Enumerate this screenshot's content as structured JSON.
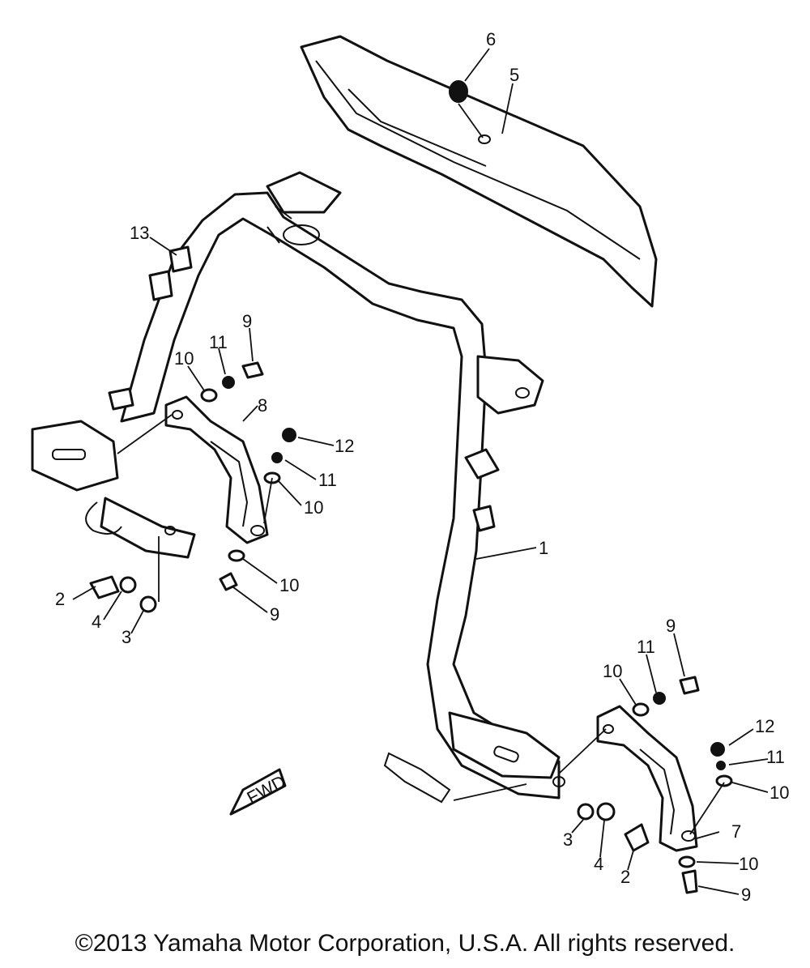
{
  "diagram": {
    "callouts": [
      "6",
      "5",
      "13",
      "9",
      "11",
      "10",
      "8",
      "12",
      "11",
      "10",
      "10",
      "9",
      "2",
      "4",
      "3",
      "1",
      "9",
      "11",
      "10",
      "12",
      "11",
      "10",
      "7",
      "10",
      "9",
      "3",
      "4",
      "2"
    ],
    "fwd_marker": "FWD"
  },
  "footer": {
    "copyright": "©2013 Yamaha Motor Corporation, U.S.A. All rights reserved."
  }
}
